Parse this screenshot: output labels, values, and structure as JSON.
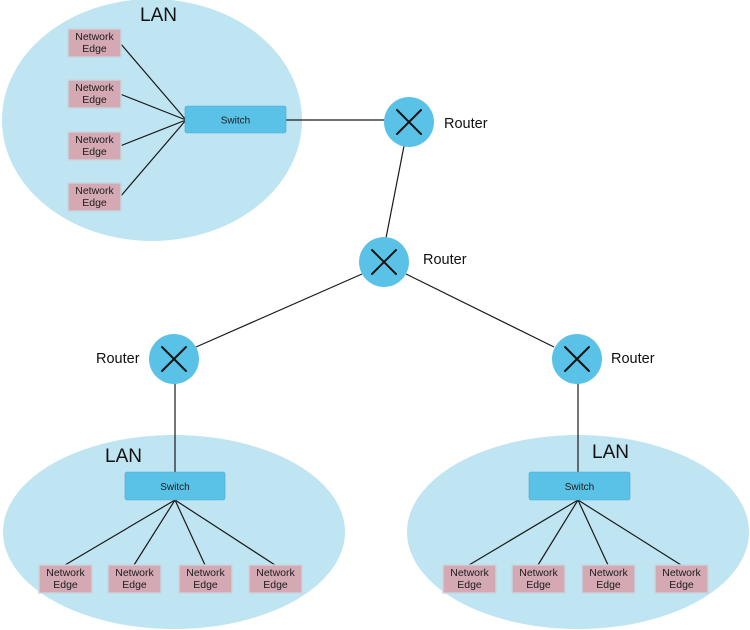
{
  "colors": {
    "lan_fill": "#bfe4f2",
    "switch_fill": "#5bc2e7",
    "router_fill": "#5bc2e7",
    "edge_fill": "#d4a9b3",
    "line": "#1a1a1a"
  },
  "lans": [
    {
      "label": "LAN",
      "switch_label": "Switch",
      "edges": [
        {
          "line1": "Network",
          "line2": "Edge"
        },
        {
          "line1": "Network",
          "line2": "Edge"
        },
        {
          "line1": "Network",
          "line2": "Edge"
        },
        {
          "line1": "Network",
          "line2": "Edge"
        }
      ]
    },
    {
      "label": "LAN",
      "switch_label": "Switch",
      "edges": [
        {
          "line1": "Network",
          "line2": "Edge"
        },
        {
          "line1": "Network",
          "line2": "Edge"
        },
        {
          "line1": "Network",
          "line2": "Edge"
        },
        {
          "line1": "Network",
          "line2": "Edge"
        }
      ]
    },
    {
      "label": "LAN",
      "switch_label": "Switch",
      "edges": [
        {
          "line1": "Network",
          "line2": "Edge"
        },
        {
          "line1": "Network",
          "line2": "Edge"
        },
        {
          "line1": "Network",
          "line2": "Edge"
        },
        {
          "line1": "Network",
          "line2": "Edge"
        }
      ]
    }
  ],
  "routers": [
    {
      "label": "Router",
      "icon": "router-x-icon"
    },
    {
      "label": "Router",
      "icon": "router-x-icon"
    },
    {
      "label": "Router",
      "icon": "router-x-icon"
    },
    {
      "label": "Router",
      "icon": "router-x-icon"
    }
  ]
}
